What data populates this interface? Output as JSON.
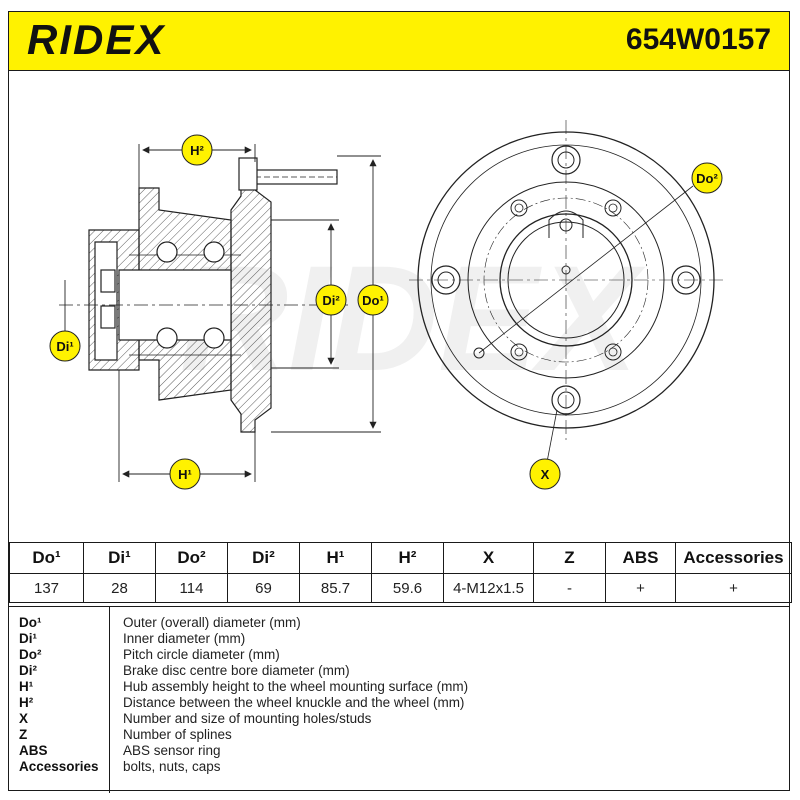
{
  "header": {
    "brand": "RIDEX",
    "part_number": "654W0157",
    "brand_color": "#fff200"
  },
  "diagram": {
    "watermark": "RIDEX",
    "labels": {
      "h2": "H²",
      "h1": "H¹",
      "di2": "Di²",
      "do1": "Do¹",
      "di1": "Di¹",
      "do2": "Do²",
      "x": "X"
    }
  },
  "spec_table": {
    "headers": [
      "Do¹",
      "Di¹",
      "Do²",
      "Di²",
      "H¹",
      "H²",
      "X",
      "Z",
      "ABS",
      "Accessories"
    ],
    "values": [
      "137",
      "28",
      "114",
      "69",
      "85.7",
      "59.6",
      "4-M12x1.5",
      "-",
      "+",
      "+"
    ]
  },
  "legend": [
    {
      "key": "Do¹",
      "desc": "Outer (overall) diameter (mm)"
    },
    {
      "key": "Di¹",
      "desc": "Inner diameter (mm)"
    },
    {
      "key": "Do²",
      "desc": "Pitch circle diameter (mm)"
    },
    {
      "key": "Di²",
      "desc": "Brake disc centre bore diameter (mm)"
    },
    {
      "key": "H¹",
      "desc": "Hub assembly height to the wheel mounting surface (mm)"
    },
    {
      "key": "H²",
      "desc": "Distance between the wheel knuckle and the wheel (mm)"
    },
    {
      "key": "X",
      "desc": "Number and size of mounting holes/studs"
    },
    {
      "key": "Z",
      "desc": "Number of splines"
    },
    {
      "key": "ABS",
      "desc": "ABS sensor ring"
    },
    {
      "key": "Accessories",
      "desc": "bolts, nuts, caps"
    }
  ]
}
